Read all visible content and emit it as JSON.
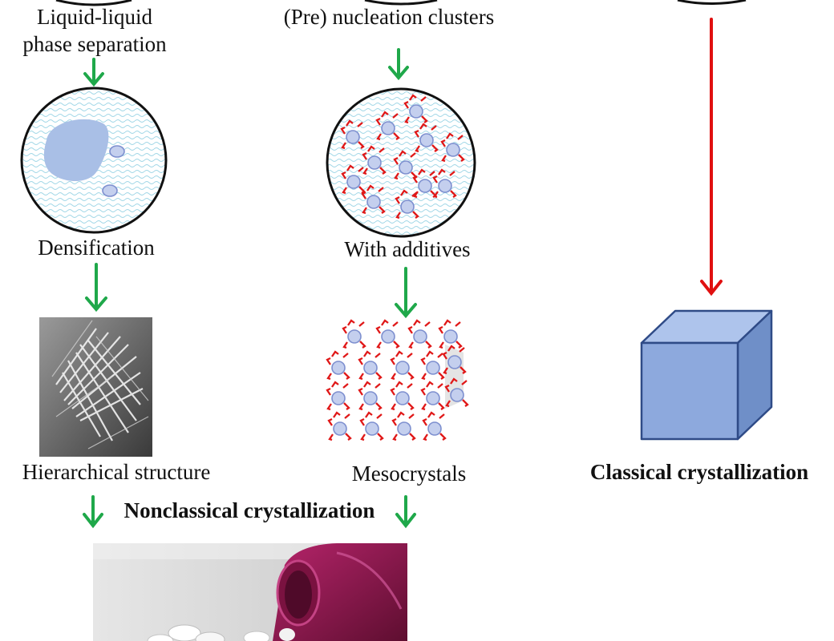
{
  "labels": {
    "llps_line1": "Liquid-liquid",
    "llps_line2": "phase separation",
    "prenucleation": "(Pre) nucleation clusters",
    "densification": "Densification",
    "with_additives": "With additives",
    "hierarchical": "Hierarchical structure",
    "mesocrystals": "Mesocrystals",
    "classical": "Classical crystallization",
    "nonclassical": "Nonclassical crystallization"
  },
  "colors": {
    "green_arrow": "#1fa84a",
    "red_arrow": "#e01010",
    "additive_red": "#e01818",
    "cluster_fill": "#c4cfee",
    "cluster_stroke": "#7d8fcf",
    "droplet_fill": "#a9bfe6",
    "wave_color": "#9fd6e6",
    "cube_front": "#8da9dd",
    "cube_top": "#aec4ec",
    "cube_side": "#6f8fc8",
    "cube_edge": "#2f4b87",
    "bottle_magenta": "#8a1848"
  }
}
